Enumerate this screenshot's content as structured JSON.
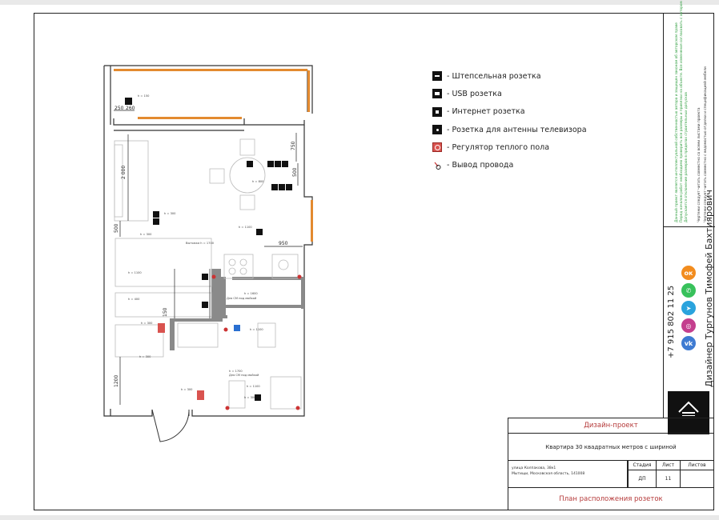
{
  "legend": {
    "items": [
      {
        "label": "- Штепсельная розетка",
        "icon": "socket-icon"
      },
      {
        "label": "- USB розетка",
        "icon": "usb-socket-icon"
      },
      {
        "label": "- Интернет розетка",
        "icon": "internet-socket-icon"
      },
      {
        "label": "- Розетка для антенны телевизора",
        "icon": "tv-antenna-socket-icon"
      },
      {
        "label": "- Регулятор теплого пола",
        "icon": "floor-heating-regulator-icon"
      },
      {
        "label": "- Вывод провода",
        "icon": "wire-outlet-icon"
      }
    ]
  },
  "title_block": {
    "section": "Дизайн-проект",
    "project": "Квартира 30 квадратных метров с шириной",
    "address_line1": "улица Колпакова, 38к1",
    "address_line2": "Мытищи, Московская область, 141008",
    "stage_label": "Стадия",
    "sheet_label": "Лист",
    "sheets_label": "Листов",
    "stage_value": "ДП",
    "sheet_value": "11",
    "sheets_value": "",
    "drawing_title": "План расположения розеток"
  },
  "designer": {
    "name": "Дизайнер Тургунов Тимофей Бахтиярович",
    "phone": "+7 915 802 11 25"
  },
  "notes": {
    "green_lines": [
      "Данный проект является интеллектуальной собственностью автора и защищен законом об авторском праве",
      "Перед началом работ необходимо проверить все размеры и привязки на объекте. Все изменения согласовать с автором",
      "Допускается отклонение размеров в пределах строительных допусков"
    ],
    "dark_lines": [
      "Чертежи следует читать совместно со всеми листами проекта",
      "Чертежи следует читать совместно с ведомостью отделки и спецификацией мебели"
    ]
  },
  "social": [
    {
      "name": "odnoklassniki-icon",
      "glyph": "ок",
      "color": "#f28c1e"
    },
    {
      "name": "whatsapp-icon",
      "glyph": "✆",
      "color": "#38c15b"
    },
    {
      "name": "telegram-icon",
      "glyph": "➤",
      "color": "#2aa3dd"
    },
    {
      "name": "instagram-icon",
      "glyph": "◎",
      "color": "#c43f8e"
    },
    {
      "name": "vk-icon",
      "glyph": "vk",
      "color": "#3e7bd2"
    }
  ],
  "dimensions": {
    "d250": "250",
    "d260": "260",
    "d750": "750",
    "d500": "500",
    "d2000": "2 000",
    "d950": "950",
    "d1200": "1200",
    "d150": "150"
  },
  "plan_notes": {
    "h150": "h = 150",
    "h300": "h = 300",
    "h400": "h = 400",
    "h800": "h = 800",
    "h1100": "h = 1100",
    "h1600": "h = 1600",
    "h1700": "h = 1700",
    "kitchen_note": "Вытяжка h = 1700",
    "wash_note": "Для СМ под мойкой"
  },
  "colors": {
    "wall": "#4a4a4a",
    "window": "#e38a2f",
    "socket": "#111111",
    "regulator": "#d9534f",
    "title_accent": "#b53a3a"
  }
}
